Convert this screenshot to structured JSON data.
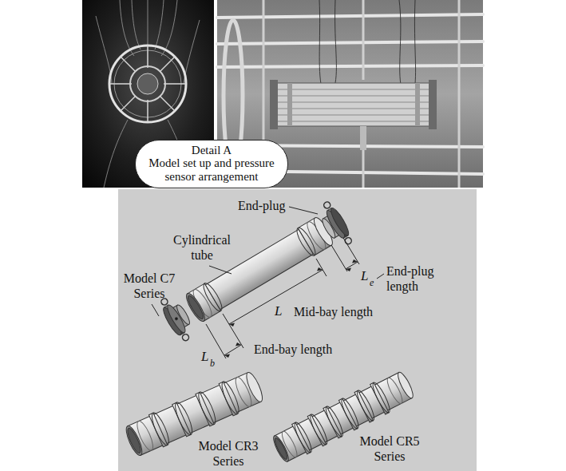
{
  "diagram": {
    "nodes": [
      {
        "text": [
          "Detail A",
          "Model set up and pressure sensor arrangement"
        ]
      }
    ],
    "labels": [
      "End-plug",
      "Cylindrical tube",
      "Model C7 Series",
      "L",
      "e",
      "End-plug length",
      "L",
      "Mid-bay length",
      "L",
      "b",
      "End-bay length",
      "Model CR3 Series",
      "Model CR5 Series"
    ]
  }
}
